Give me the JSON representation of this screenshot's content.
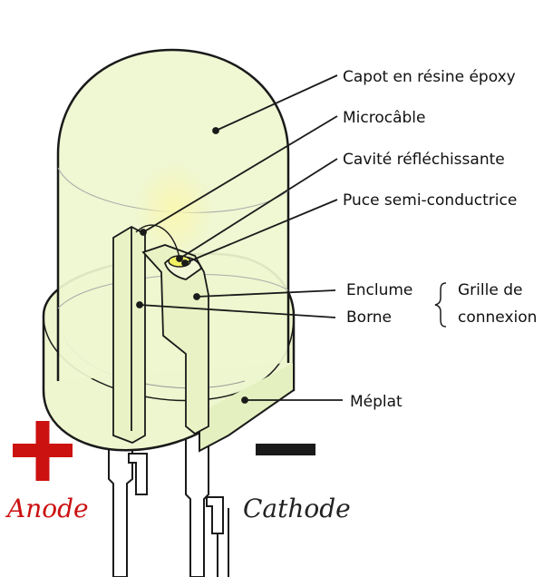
{
  "labels": {
    "capot": "Capot en résine époxy",
    "microcable": "Microcâble",
    "cavite": "Cavité réfléchissante",
    "puce": "Puce semi-conductrice",
    "enclume": "Enclume",
    "borne": "Borne",
    "grille_line1": "Grille de",
    "grille_line2": "connexion",
    "meplat": "Méplat"
  },
  "polarity": {
    "anode": "Anode",
    "cathode": "Cathode",
    "anode_color": "#cc1111",
    "cathode_color": "#222222"
  },
  "colors": {
    "epoxy_fill": "#eef6cf",
    "epoxy_dark": "#dcedb0",
    "epoxy_stroke": "#1a1a1a",
    "chip_glow": "#f4f0a0"
  }
}
